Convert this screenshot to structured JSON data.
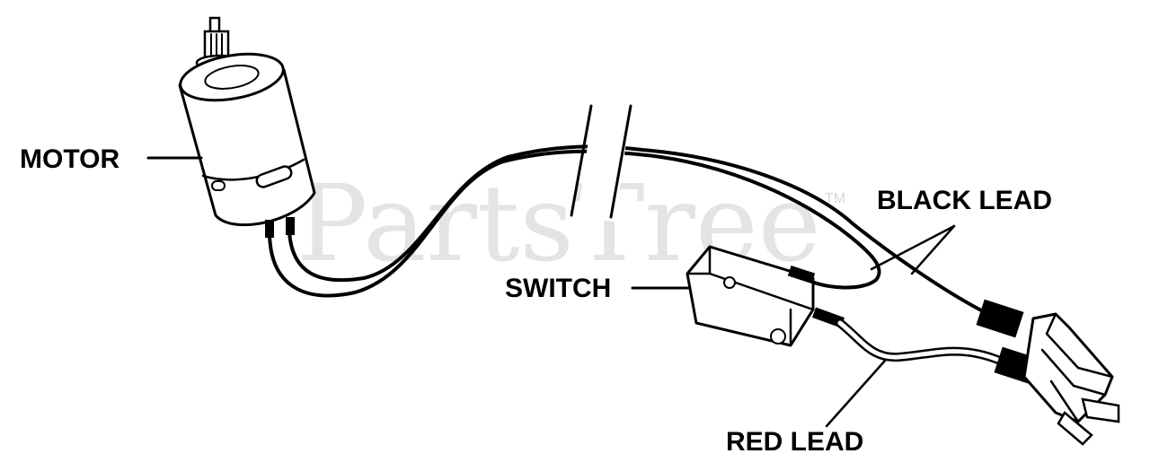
{
  "labels": {
    "motor": "MOTOR",
    "switch": "SWITCH",
    "black_lead": "BLACK LEAD",
    "red_lead": "RED LEAD"
  },
  "watermark": {
    "text": "PartsTree",
    "tm": "TM"
  },
  "colors": {
    "ink": "#000000",
    "background": "#ffffff",
    "watermark": "#e4e4e4"
  }
}
